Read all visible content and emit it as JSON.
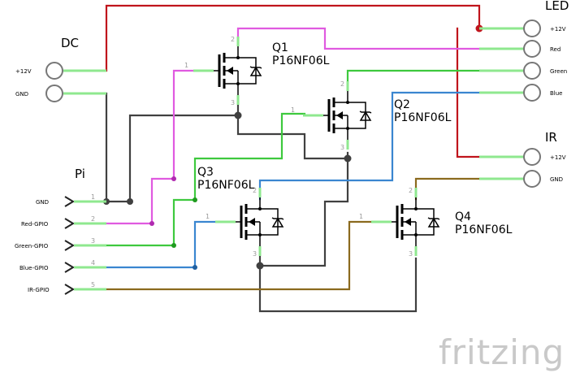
{
  "headers": {
    "dc": "DC",
    "led": "LED",
    "ir": "IR",
    "pi": "Pi"
  },
  "dc_pins": [
    "+12V",
    "GND"
  ],
  "led_pins": [
    "+12V",
    "Red",
    "Green",
    "Blue"
  ],
  "ir_pins": [
    "+12V",
    "GND"
  ],
  "pi_pins": [
    "GND",
    "Red-GPIO",
    "Green-GPIO",
    "Blue-GPIO",
    "IR-GPIO"
  ],
  "pi_pin_numbers": [
    "1",
    "2",
    "3",
    "4",
    "5"
  ],
  "transistors": [
    {
      "ref": "Q1",
      "model": "P16NF06L"
    },
    {
      "ref": "Q2",
      "model": "P16NF06L"
    },
    {
      "ref": "Q3",
      "model": "P16NF06L"
    },
    {
      "ref": "Q4",
      "model": "P16NF06L"
    }
  ],
  "pin_marks": {
    "gate": "1",
    "drain": "2",
    "source": "3"
  },
  "logo": "fritzing",
  "colors": {
    "power": "#c0141c",
    "ground": "#404040",
    "red_signal": "#e05ae0",
    "green_signal": "#3ec93e",
    "blue_signal": "#3a86d0",
    "ir_signal": "#8b6a1e",
    "pin_highlight": "#8fe88f"
  }
}
